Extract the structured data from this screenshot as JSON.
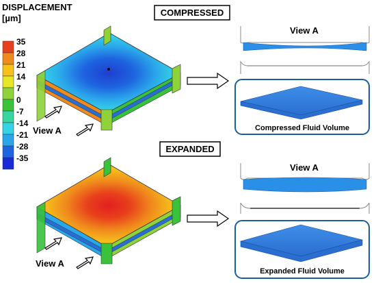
{
  "legend": {
    "title_line1": "DISPLACEMENT",
    "title_line2": "[µm]",
    "ticks": [
      "35",
      "28",
      "21",
      "14",
      "7",
      "0",
      "-7",
      "-14",
      "-21",
      "-28",
      "-35"
    ],
    "colors": [
      "#e8401c",
      "#f08a1c",
      "#f5c21a",
      "#e6e62a",
      "#8fd23a",
      "#39c23a",
      "#36d6a0",
      "#34d4e6",
      "#2aa6ea",
      "#1e64e0",
      "#1a2ad8"
    ]
  },
  "panels": {
    "compressed": {
      "header": "COMPRESSED",
      "view_a_label": "View A",
      "fluid_label": "Compressed Fluid Volume",
      "top_color": "#2a8fe6"
    },
    "expanded": {
      "header": "EXPANDED",
      "view_a_label": "View A",
      "fluid_label": "Expanded Fluid Volume",
      "top_color": "#f08a1c"
    }
  }
}
